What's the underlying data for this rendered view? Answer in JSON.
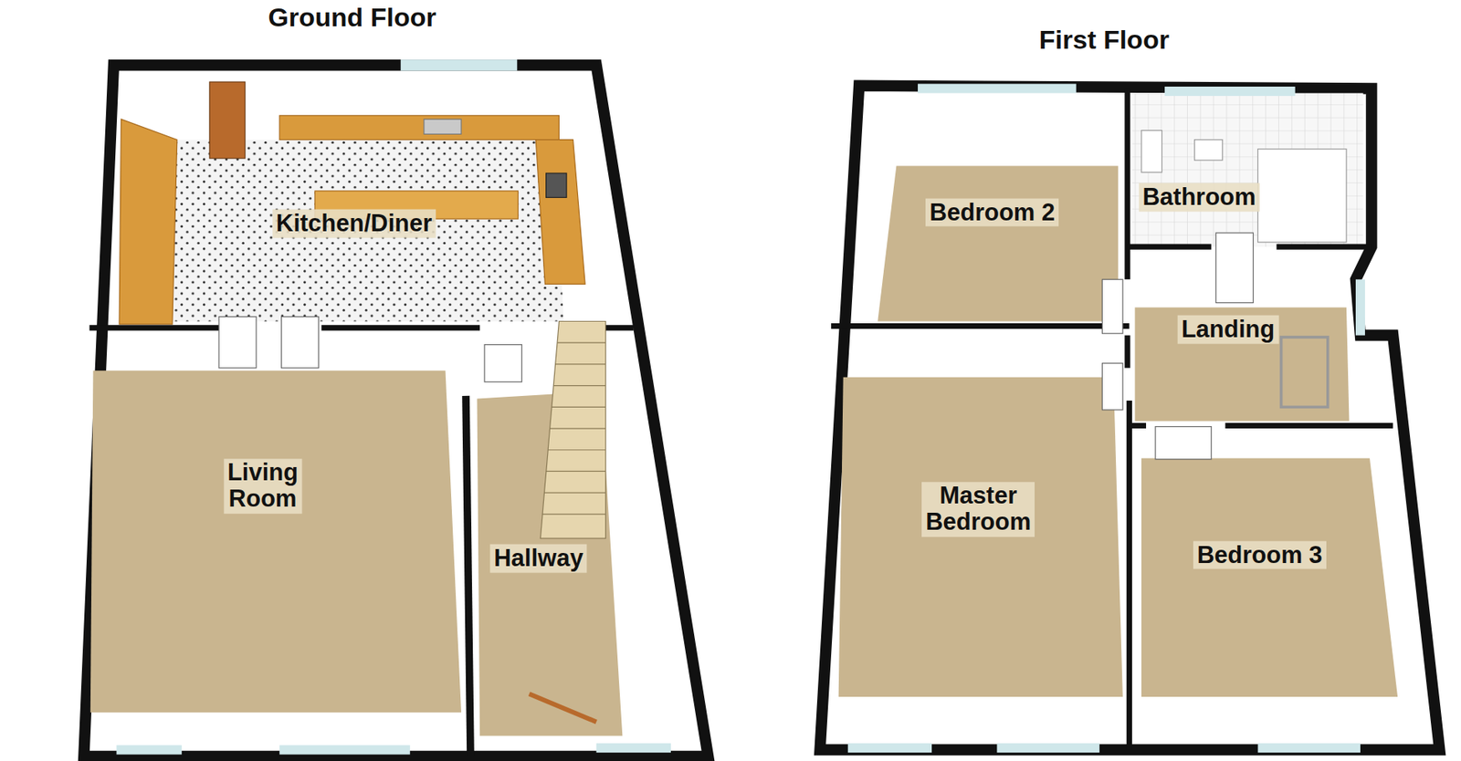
{
  "diagram": {
    "nodes": [
      {
        "text": [
          "Ground Floor"
        ]
      },
      {
        "text": [
          "Kitchen/Diner"
        ],
        "in": 0
      },
      {
        "text": [
          "Living Room"
        ],
        "in": 0
      },
      {
        "text": [
          "Hallway"
        ],
        "in": 0
      },
      {
        "text": [
          "First Floor"
        ]
      },
      {
        "text": [
          "Bedroom 2"
        ],
        "in": 4
      },
      {
        "text": [
          "Bathroom"
        ],
        "in": 4
      },
      {
        "text": [
          "Landing"
        ],
        "in": 4
      },
      {
        "text": [
          "Master Bedroom"
        ],
        "in": 4
      },
      {
        "text": [
          "Bedroom 3"
        ],
        "in": 4
      }
    ]
  }
}
